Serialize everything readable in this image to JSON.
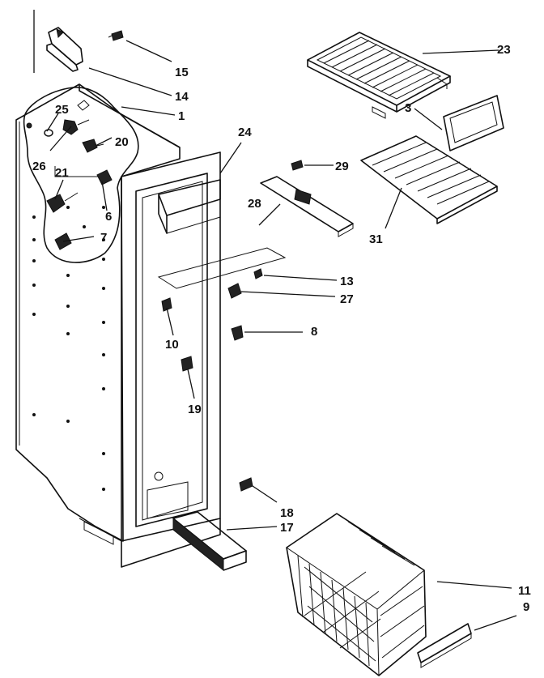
{
  "callouts": [
    {
      "id": "p1",
      "label": "1"
    },
    {
      "id": "p3",
      "label": "3"
    },
    {
      "id": "p6",
      "label": "6"
    },
    {
      "id": "p7",
      "label": "7"
    },
    {
      "id": "p8",
      "label": "8"
    },
    {
      "id": "p9",
      "label": "9"
    },
    {
      "id": "p10",
      "label": "10"
    },
    {
      "id": "p11",
      "label": "11"
    },
    {
      "id": "p13",
      "label": "13"
    },
    {
      "id": "p14",
      "label": "14"
    },
    {
      "id": "p15",
      "label": "15"
    },
    {
      "id": "p17",
      "label": "17"
    },
    {
      "id": "p18",
      "label": "18"
    },
    {
      "id": "p19",
      "label": "19"
    },
    {
      "id": "p20",
      "label": "20"
    },
    {
      "id": "p21",
      "label": "21"
    },
    {
      "id": "p23",
      "label": "23"
    },
    {
      "id": "p24",
      "label": "24"
    },
    {
      "id": "p25",
      "label": "25"
    },
    {
      "id": "p26",
      "label": "26"
    },
    {
      "id": "p27",
      "label": "27"
    },
    {
      "id": "p28",
      "label": "28"
    },
    {
      "id": "p29",
      "label": "29"
    },
    {
      "id": "p31",
      "label": "31"
    }
  ]
}
